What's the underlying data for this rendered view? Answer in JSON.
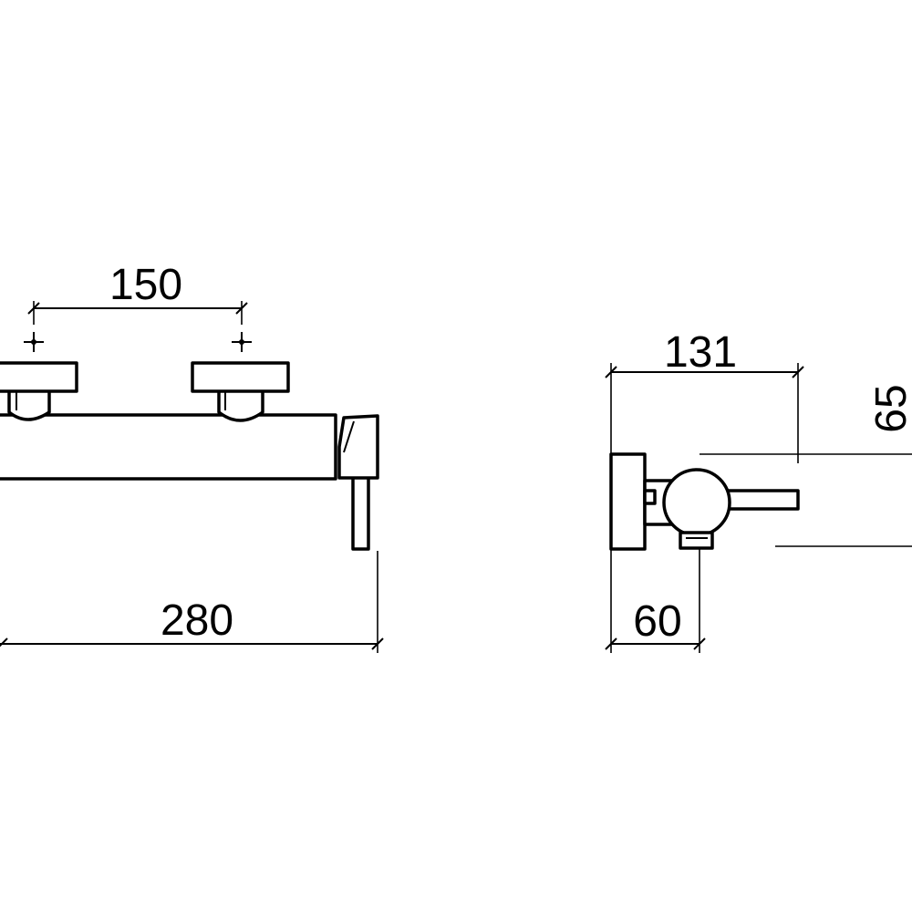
{
  "dimensions": {
    "axis_spacing": "150",
    "overall_width": "280",
    "side_depth": "131",
    "side_height": "65",
    "side_wall_offset": "60"
  },
  "colors": {
    "line": "#000000",
    "background": "#ffffff"
  }
}
